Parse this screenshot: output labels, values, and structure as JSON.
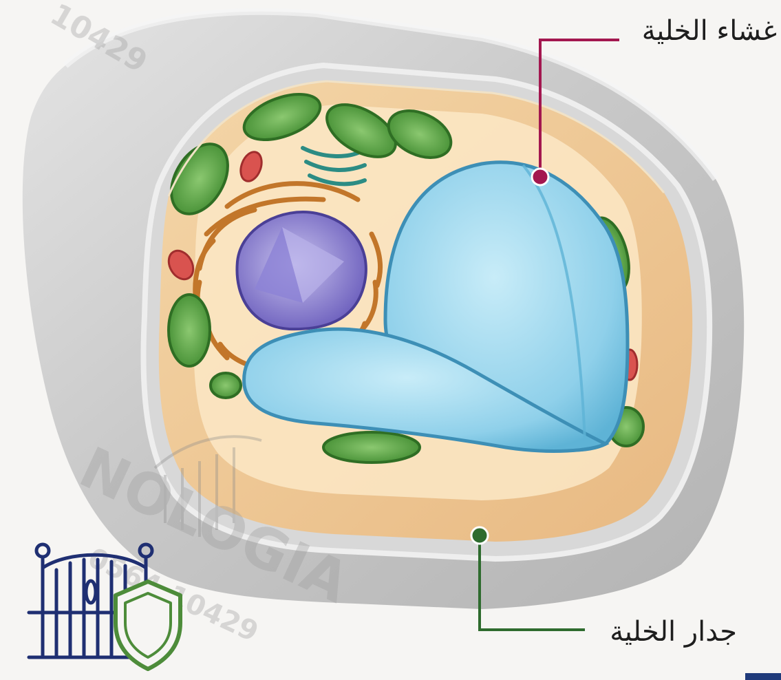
{
  "labels": {
    "cell_membrane": "غشاء الخلية",
    "cell_wall": "جدار الخلية"
  },
  "watermark": {
    "brand": "NOLOGIA",
    "code_top": "10429",
    "code_bottom": "0564-10429"
  },
  "colors": {
    "membrane_line": "#a3174f",
    "wall_line": "#2e6b2e",
    "vacuole": "#8fd0ea",
    "chloroplast": "#4e9a3a",
    "nucleus": "#7b6fc8",
    "logo_blue": "#1f2f72",
    "logo_green": "#4d8c3a"
  },
  "icons": [
    "gate-icon",
    "shield-icon"
  ]
}
